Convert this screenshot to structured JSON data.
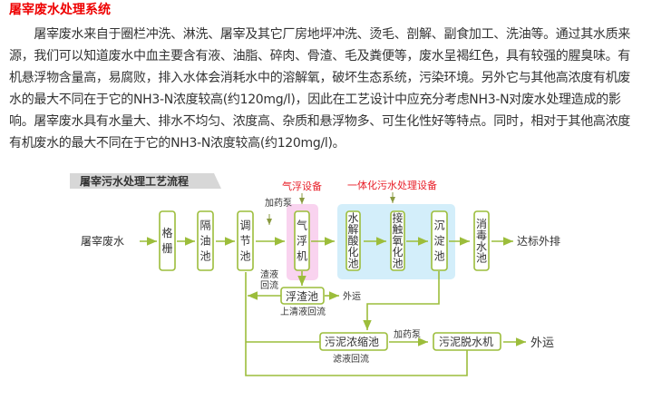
{
  "title": "屠宰废水处理系统",
  "paragraph_lines": [
    "　　屠宰废水来自于圈栏冲洗、淋洗、屠宰及其它厂房地坪冲洗、烫毛、剖解、副食加工、洗油等。通过其水质来",
    "源，我们可以知道废水中血主要含有液、油脂、碎肉、骨渣、毛及粪便等，废水呈褐红色，具有较强的腥臭味。有",
    "机悬浮物含量高，易腐败，排入水体会消耗水中的溶解氧，破坏生态系统，污染环境。另外它与其他高浓度有机废",
    "水的最大不同在于它的NH3-N浓度较高(约120mg/l)，因此在工艺设计中应充分考虑NH3-N对废水处理造成的影",
    "响。屠宰废水具有水量大、排水不均匀、浓度高、杂质和悬浮物多、可生化性好等特点。同时，相对于其他高浓度",
    "有机废水的最大不同在于它的NH3-N浓度较高(约120mg/l)。"
  ],
  "diagram": {
    "banner": "屠宰污水处理工艺流程",
    "input": "屠宰废水",
    "units": [
      "格栅",
      "隔油池",
      "调节池",
      "气浮机",
      "水解酸化池",
      "接触氧化池",
      "沉淀池",
      "消毒水池"
    ],
    "output": "达标外排",
    "float_equipment": "气浮设备",
    "integrated_equipment": "一体化污水处理设备",
    "dosing_pump": "加药泵",
    "scum_return": [
      "渣液",
      "回流"
    ],
    "scum_tank": "浮渣池",
    "haul_away": "外运",
    "supernatant_return": "上清液回流",
    "thickener": "污泥浓缩池",
    "dosing_pump2": "加药泵",
    "dewaterer": "污泥脱水机",
    "haul_away2": "外运",
    "filtrate_return": "滤液回流",
    "colors": {
      "line": "#9cbd3b",
      "red": "#e8202a",
      "pink": "#f9d3ef",
      "blue": "#d3eefa"
    }
  }
}
